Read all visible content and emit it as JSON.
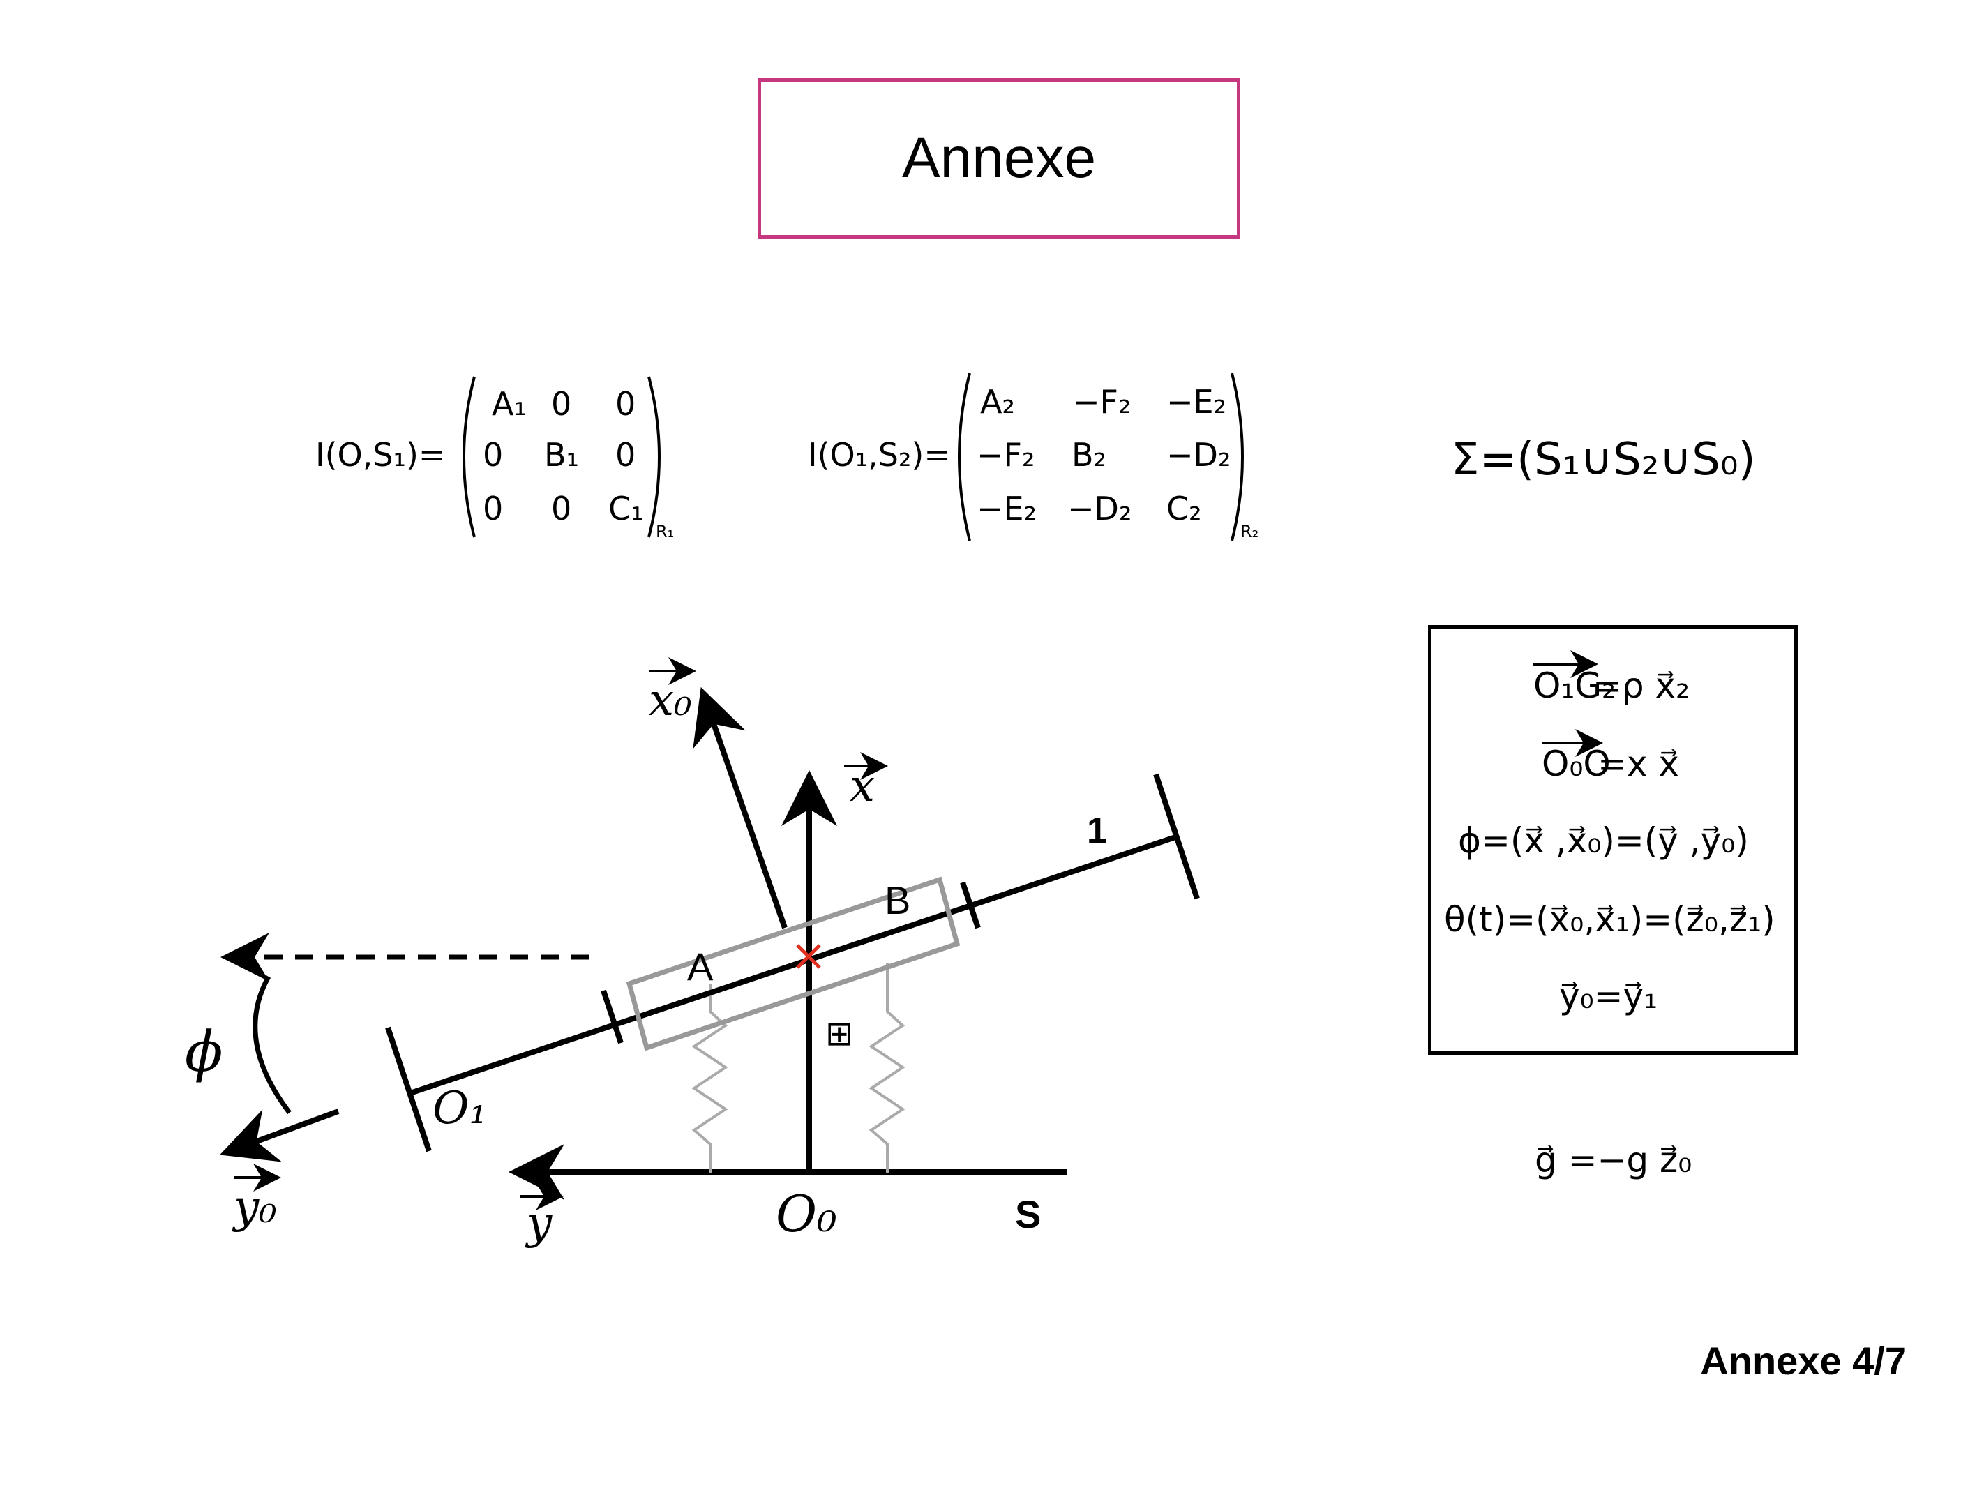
{
  "header": {
    "title": "Annexe"
  },
  "footer": {
    "page_label": "Annexe 4/7"
  },
  "equations": {
    "inertia_s1": {
      "lhs": "I(O,S₁)=",
      "matrix": [
        [
          "A₁",
          "0",
          "0"
        ],
        [
          "0",
          "B₁",
          "0"
        ],
        [
          "0",
          "0",
          "C₁"
        ]
      ],
      "basis": "R₁"
    },
    "inertia_s2": {
      "lhs": "I(O₁,S₂)=",
      "matrix": [
        [
          "A₂",
          "−F₂",
          "−E₂"
        ],
        [
          "−F₂",
          "B₂",
          "−D₂"
        ],
        [
          "−E₂",
          "−D₂",
          "C₂"
        ]
      ],
      "basis": "R₂"
    },
    "system": "Σ=(S₁∪S₂∪S₀)"
  },
  "formula_box": {
    "lines": [
      {
        "lhs": "O₁G₂",
        "rhs": "=ρ x⃗₂"
      },
      {
        "lhs": "O₀O",
        "rhs": "=x x⃗"
      },
      {
        "lhs": "",
        "rhs": "ϕ=(x⃗ ,x⃗₀)=(y⃗ ,y⃗₀)"
      },
      {
        "lhs": "",
        "rhs": "θ(t)=(x⃗₀,x⃗₁)=(z⃗₀,z⃗₁)"
      },
      {
        "lhs": "",
        "rhs": "y⃗₀=y⃗₁"
      }
    ]
  },
  "gravity": "g⃗ =−g z⃗₀",
  "diagram": {
    "labels": {
      "x0": "x₀",
      "x": "x",
      "y0": "y₀",
      "y": "y",
      "phi": "ϕ",
      "O1": "O₁",
      "O0": "O₀",
      "A": "A",
      "B": "B",
      "S": "S",
      "one": "1",
      "plus": "⊞"
    },
    "colors": {
      "frame": "#000000",
      "carriage": "#999999",
      "spring": "#aaaaaa",
      "marker": "#e03020",
      "title_border": "#c5387f"
    }
  }
}
